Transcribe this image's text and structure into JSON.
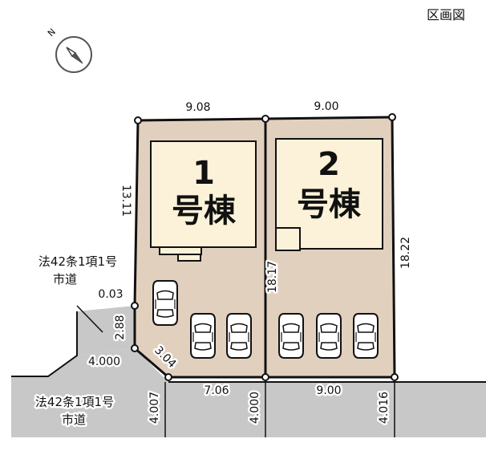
{
  "title": "区画図",
  "compass": {
    "north_label": "N"
  },
  "lots": [
    {
      "number": "1",
      "label": "号棟",
      "dims": {
        "top": "9.08",
        "left": "13.11",
        "bottom": "7.06",
        "right": "18.17"
      }
    },
    {
      "number": "2",
      "label": "号棟",
      "dims": {
        "top": "9.00",
        "left": "18.17",
        "bottom": "9.00",
        "right": "18.22"
      }
    }
  ],
  "dims": {
    "corner": "0.03",
    "short_side": "2.88",
    "bevel": "3.04"
  },
  "roads": {
    "side": {
      "label_line1": "法42条1項1号",
      "label_line2": "市道",
      "width": "4.000"
    },
    "front": {
      "label_line1": "法42条1項1号",
      "label_line2": "市道",
      "widths": [
        "4.007",
        "4.000",
        "4.016"
      ]
    }
  },
  "parking": {
    "lot1_count": 3,
    "lot2_count": 3
  }
}
